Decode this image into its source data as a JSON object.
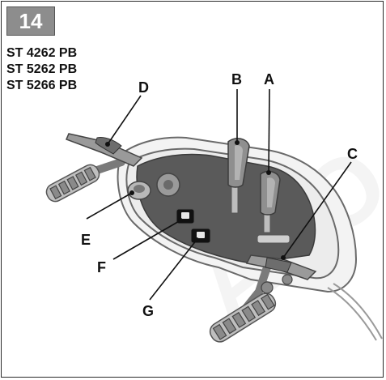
{
  "figure_number": "14",
  "models": [
    "ST 4262 PB",
    "ST 5262 PB",
    "ST 5266 PB"
  ],
  "callouts": {
    "a": "A",
    "b": "B",
    "c": "C",
    "d": "D",
    "e": "E",
    "f": "F",
    "g": "G"
  }
}
